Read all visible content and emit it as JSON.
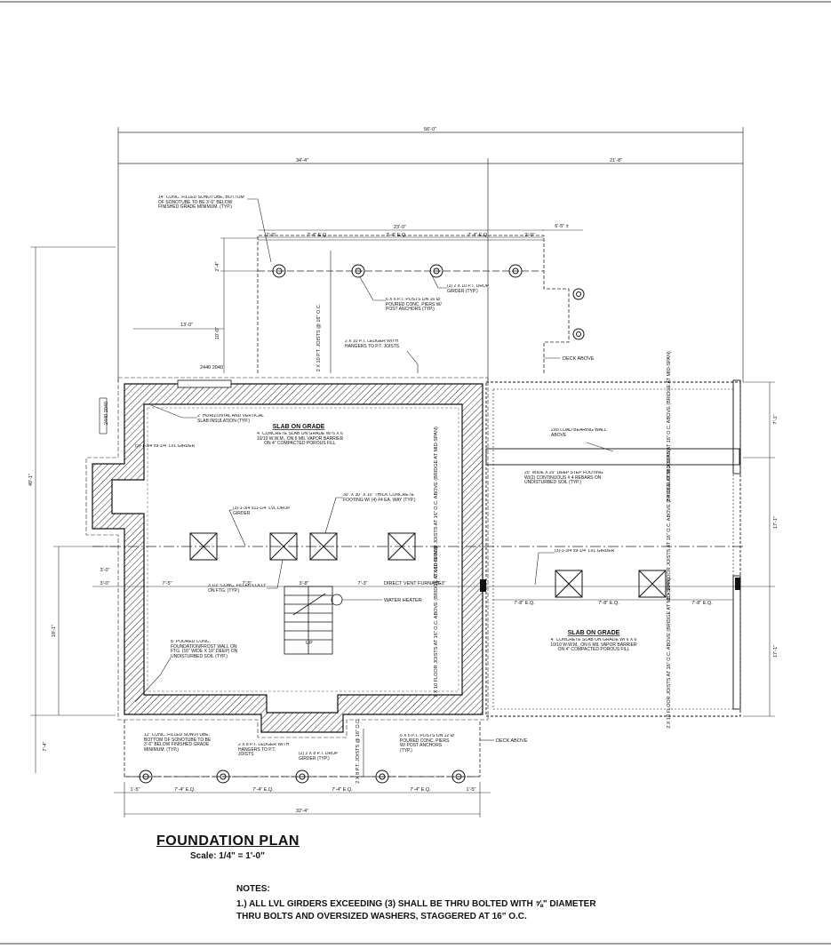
{
  "dimensions": {
    "overall_width": "56'-0\"",
    "left_width": "34'-4\"",
    "right_width": "21'-8\"",
    "rear_deck_overall": "23'-0\"",
    "rear_deck_left_end": "2'-0\"",
    "rear_deck_right_end": "2'-0\"",
    "rear_deck_bays": [
      "7'-4\" E.Q.",
      "7'-4\" E.Q.",
      "7'-4\" E.Q."
    ],
    "rear_deck_side_offset": "6'-5\" ±",
    "rear_deck_depth": "2'-4\"",
    "rear_deck_depth_2": "10'-0\"",
    "left_offset": "13'-0\"",
    "overall_depth": "49'-1\"",
    "left_jog": "3'-0\"",
    "left_jog_2": "18'-1\"",
    "interior_bays": [
      "7'-5\"",
      "7'-5\"",
      "3'-8\"",
      "7'-3\"",
      "7'-3\""
    ],
    "right_bays": [
      "7'-8\" E.Q.",
      "7'-8\" E.Q.",
      "7'-8\" E.Q."
    ],
    "right_depth_1": "7'-1\"",
    "right_depth_2": "17'-1\"",
    "right_depth_3": "17'-1\"",
    "front_deck_depth": "7'-4\"",
    "front_deck_bays": [
      "7'-4\" E.Q.",
      "7'-4\" E.Q.",
      "7'-4\" E.Q.",
      "7'-4\" E.Q."
    ],
    "front_deck_end_left": "1'-5\"",
    "front_deck_end_right": "1'-5\"",
    "front_deck_overall": "32'-4\"",
    "window_label": "2440\n2040",
    "door_label": "2440\n2040"
  },
  "labels": {
    "sonotube_rear": "14\" CONC. FILLED SONOTUBE, BOTTOM OF SONOTUBE TO BE 3'-6\" BELOW FINISHED GRADE MINIMUM. (TYP.)",
    "posts_rear": "6 X 6 P.T. POSTS ON 16\"Ø POURED CONC. PIERS W/ POST ANCHORS (TYP.)",
    "girder_rear": "(3) 2 X 10 P.T. DROP GIRDER (TYP.)",
    "joists_rear": "2 X 10 P.T. JOISTS @ 16\" O.C.",
    "ledger_rear": "2 X 10 P.T. LEDGER WITH HANGERS TO P.T. JOISTS",
    "deck_above_rear": "DECK ABOVE",
    "insulation": "2\" HORIZONTAL AND VERTICAL SLAB INSULATION (TYP.)",
    "lvl_girder_left": "(3)-1-3/4\"x9-1/4\" LVL GIRDER",
    "slab_title_left": "SLAB ON GRADE",
    "slab_desc_left": "4\" CONCRETE SLAB ON GRADE W/ 6 X 6 10/10 W.W.M., ON 6 MIL VAPOR BARRIER ON 4\" COMPACTED POROUS FILL",
    "lvl_drop_girder": "(3)-1-3/4\"x11-1/4\" LVL DROP GIRDER",
    "footing": "30\" X 30\" X 10\" THICK CONCRETE FOOTING W/ (4) #4 EA. WAY (TYP.)",
    "floor_joists_mid": "2 X 10 FLOOR JOISTS AT 16\" O.C. ABOVE (BRIDGE AT MID-SPAN)",
    "lally": "3 1/2\" CONC. FILLED LOLLY ON FTG. (TYP.)",
    "furnace": "DIRECT VENT FURNACE",
    "water_heater": "WATER HEATER",
    "foundation_wall": "8\" POURED CONC. FOUNDATION/FROST WALL ON FTG. (16\" WIDE X 10\" DEEP) ON UNDISTURBED SOIL (TYP.)",
    "bearing_wall": "2X6 LOAD BEARING WALL ABOVE",
    "step_footing": "20\" WIDE X 20\" DEEP STEP FOOTING W/(2) CONTINUOUS # 4 REBARS ON UNDISTURBED SOIL (TYP.)",
    "lvl_girder_right": "(3)-1-3/4\"x9-1/4\" LVL GIRDER",
    "slab_title_right": "SLAB ON GRADE",
    "slab_desc_right": "4\" CONCRETE SLAB ON GRADE W/ 6 X 6 10/10 W.W.M., ON 6 MIL VAPOR BARRIER ON 4\" COMPACTED POROUS FILL",
    "floor_joists_right": "2 X 10 FLOOR JOISTS AT 16\" O.C. ABOVE (BRIDGE AT MID-SPAN)",
    "sonotube_front": "12\" CONC. FILLED SONOTUBE, BOTTOM OF SONOTUBE TO BE 3'-6\" BELOW FINISHED GRADE MINIMUM. (TYP.)",
    "ledger_front": "2 X 8 P.T. LEDGER WITH HANGERS TO P.T. JOISTS",
    "girder_front": "(2) 2 X 8 P.T. DROP GIRDER (TYP.)",
    "joists_front": "2 X 8 P.T. JOISTS @ 16\" O.C.",
    "posts_front": "6 X 6 P.T. POSTS ON 12\"Ø POURED CONC. PIERS W/ POST ANCHORS (TYP.)",
    "deck_above_front": "DECK ABOVE",
    "stair_up": "UP"
  },
  "title": "FOUNDATION PLAN",
  "scale": "Scale: 1/4\" = 1'-0\"",
  "notes_heading": "NOTES:",
  "notes": [
    "1.) ALL LVL GIRDERS EXCEEDING (3) SHALL BE THRU BOLTED WITH ⅝\" DIAMETER",
    "THRU BOLTS AND OVERSIZED WASHERS, STAGGERED AT 16\" O.C."
  ]
}
